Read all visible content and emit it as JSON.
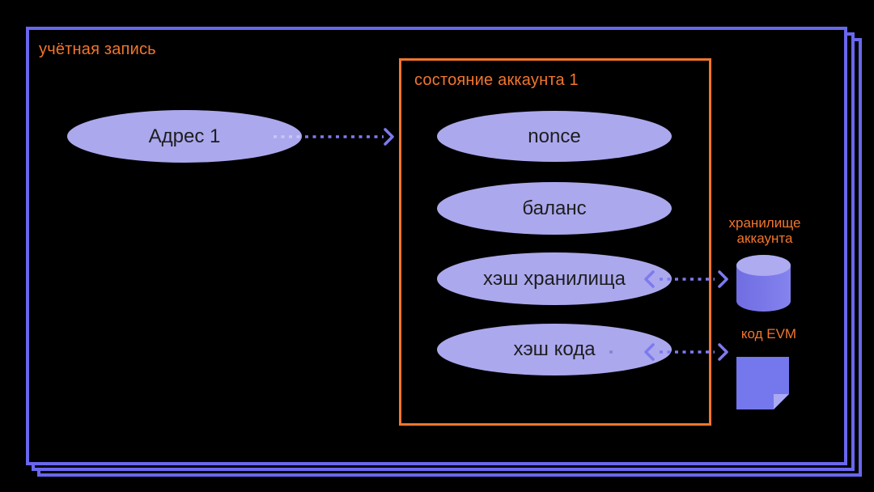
{
  "account_box": {
    "label": "учётная запись"
  },
  "address_ellipse": {
    "label": "Адрес 1"
  },
  "state_box": {
    "label": "состояние аккаунта 1",
    "items": [
      {
        "label": "nonce"
      },
      {
        "label": "баланс"
      },
      {
        "label": "хэш хранилища"
      },
      {
        "label": "хэш кода"
      }
    ]
  },
  "account_storage": {
    "label_line1": "хранилище",
    "label_line2": "аккаунта",
    "icon": "database-cylinder-icon"
  },
  "evm_code": {
    "label": "код EVM",
    "icon": "document-icon"
  },
  "colors": {
    "background": "#000000",
    "frame_blue": "#6a67ee",
    "accent_orange": "#f2752d",
    "ellipse_fill": "#aba8ed",
    "ellipse_text": "#1d1d1f",
    "arrow_purple": "#7d7af0",
    "arrow_light_on_ellipse": "#c9c6f5",
    "cylinder_body": "#7b79ea",
    "cylinder_top": "#aeabf1",
    "document_body": "#7577ec",
    "document_fold": "#aaa9f3"
  }
}
